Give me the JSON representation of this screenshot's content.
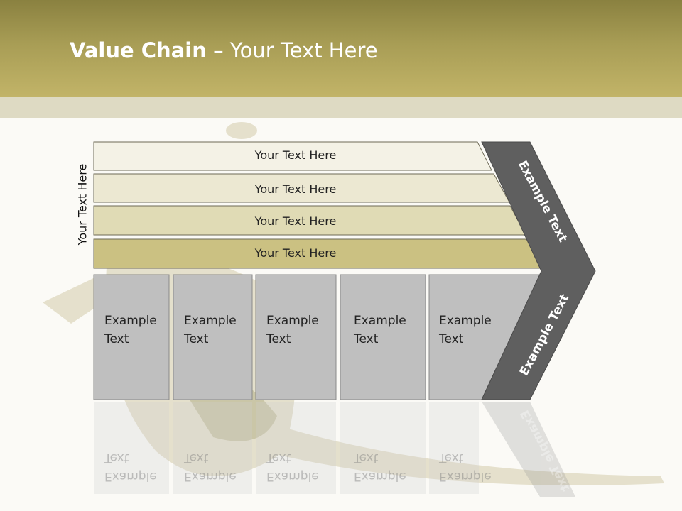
{
  "title": {
    "bold": "Value Chain",
    "rest": " – Your Text Here"
  },
  "side_label": "Your Text Here",
  "support_bars": [
    "Your Text Here",
    "Your Text Here",
    "Your Text Here",
    "Your Text Here"
  ],
  "primary_boxes": [
    {
      "line1": "Example",
      "line2": "Text"
    },
    {
      "line1": "Example",
      "line2": "Text"
    },
    {
      "line1": "Example",
      "line2": "Text"
    },
    {
      "line1": "Example",
      "line2": "Text"
    },
    {
      "line1": "Example",
      "line2": "Text"
    }
  ],
  "margin_upper": "Example Text",
  "margin_lower": "Example Text",
  "colors": {
    "header": "#a89d55",
    "bar1": "#f4f2e6",
    "bar2": "#ece8d2",
    "bar3": "#e0dbb5",
    "bar4": "#cbc182",
    "box": "#bfbfbf",
    "chevron": "#5f5f5f"
  }
}
